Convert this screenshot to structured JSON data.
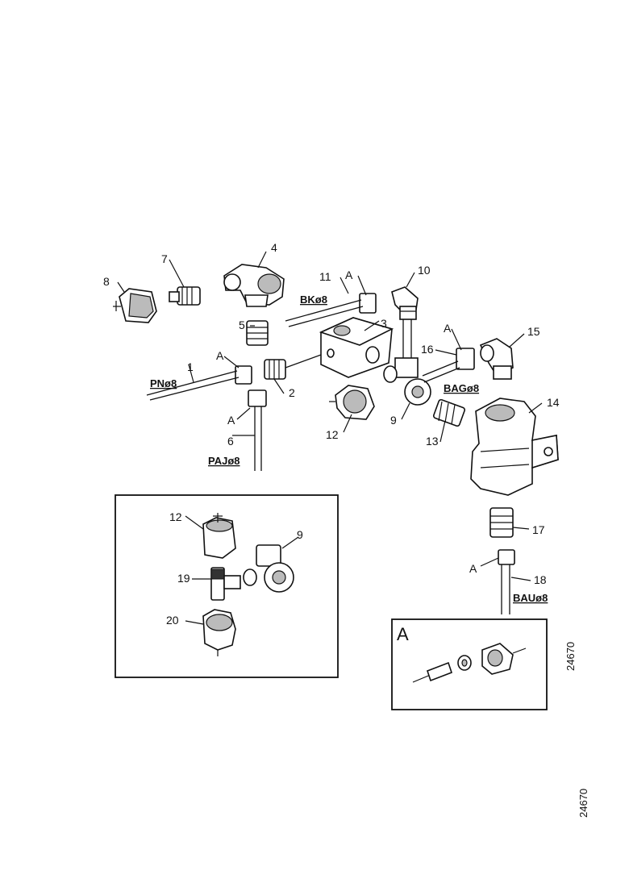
{
  "callouts": {
    "c1": "1",
    "c2": "2",
    "c3": "3",
    "c4": "4",
    "c5": "5",
    "c6": "6",
    "c7": "7",
    "c8": "8",
    "c9": "9",
    "c10": "10",
    "c11": "11",
    "c12": "12",
    "c13": "13",
    "c14": "14",
    "c15": "15",
    "c16": "16",
    "c17": "17",
    "c18": "18",
    "inset_c12": "12",
    "inset_c9": "9",
    "inset_c19": "19",
    "inset_c20": "20"
  },
  "tube_labels": {
    "pn": "PNø8",
    "bk": "BKø8",
    "pa": "PAJø8",
    "bag": "BAGø8",
    "bau": "BAUø8"
  },
  "a_markers": [
    "A",
    "A",
    "A",
    "A",
    "A"
  ],
  "detail": {
    "letter": "A"
  },
  "ref_numbers": {
    "side": "24670",
    "bottom": "24670"
  }
}
